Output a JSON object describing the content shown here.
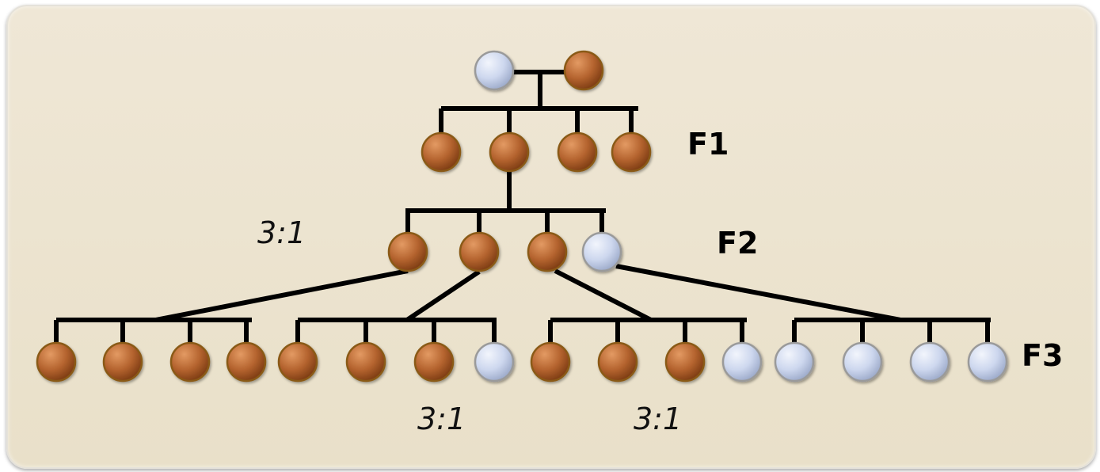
{
  "colors": {
    "dominant": "#b5642f",
    "recessive": "#c8d3ea",
    "dominant_stroke": "#8a5a17",
    "recessive_stroke": "#9a9a9a",
    "line": "#000000",
    "panel": "#ece4d0"
  },
  "generations": {
    "f1": "F1",
    "f2": "F2",
    "f3": "F3"
  },
  "ratios": {
    "f2_ratio": "3:1",
    "f3_ratio_left": "3:1",
    "f3_ratio_right": "3:1"
  },
  "parents": [
    "recessive",
    "dominant"
  ],
  "f1_offspring": [
    "dominant",
    "dominant",
    "dominant",
    "dominant"
  ],
  "f2_offspring": [
    "dominant",
    "dominant",
    "dominant",
    "recessive"
  ],
  "f3_offspring": [
    [
      "dominant",
      "dominant",
      "dominant",
      "dominant"
    ],
    [
      "dominant",
      "dominant",
      "dominant",
      "recessive"
    ],
    [
      "dominant",
      "dominant",
      "dominant",
      "recessive"
    ],
    [
      "recessive",
      "recessive",
      "recessive",
      "recessive"
    ]
  ]
}
